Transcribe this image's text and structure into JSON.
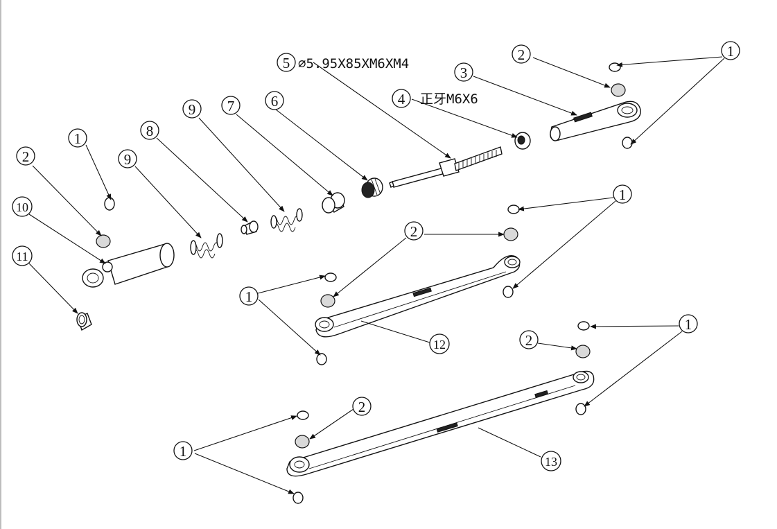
{
  "callouts": {
    "c5_spec": "∅5.95X85XM6XM4",
    "c4_spec": "正牙M6X6",
    "numbers": [
      "1",
      "2",
      "3",
      "4",
      "5",
      "6",
      "7",
      "8",
      "9",
      "10",
      "11",
      "12",
      "13"
    ]
  }
}
